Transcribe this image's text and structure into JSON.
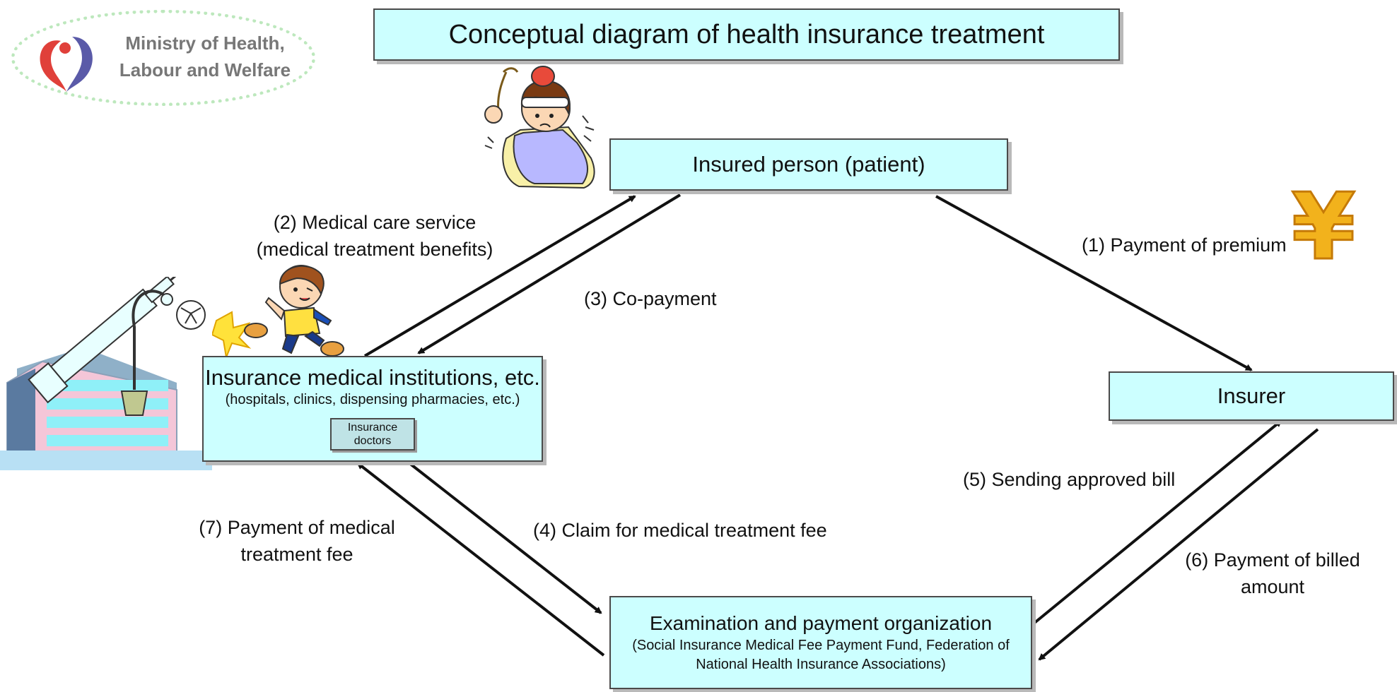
{
  "title": "Conceptual diagram of health insurance treatment",
  "logo": {
    "line1": "Ministry of Health,",
    "line2": "Labour and Welfare"
  },
  "nodes": {
    "patient": {
      "label": "Insured person (patient)"
    },
    "institution": {
      "label": "Insurance medical institutions, etc.",
      "sublabel": "(hospitals, clinics, dispensing pharmacies, etc.)",
      "inner_box": {
        "line1": "Insurance",
        "line2": "doctors"
      }
    },
    "insurer": {
      "label": "Insurer"
    },
    "organization": {
      "label": "Examination and payment organization",
      "sublabel_line1": "(Social Insurance Medical Fee Payment Fund, Federation of",
      "sublabel_line2": "National Health Insurance Associations)"
    }
  },
  "edges": {
    "e1": {
      "label": "(1) Payment of premium",
      "from": "patient",
      "to": "insurer"
    },
    "e2": {
      "line1": "(2) Medical care service",
      "line2": "(medical treatment benefits)",
      "from": "institution",
      "to": "patient"
    },
    "e3": {
      "label": "(3) Co-payment",
      "from": "patient",
      "to": "institution"
    },
    "e4": {
      "label": "(4) Claim for medical treatment fee",
      "from": "institution",
      "to": "organization"
    },
    "e5": {
      "label": "(5) Sending approved bill",
      "from": "organization",
      "to": "insurer"
    },
    "e6": {
      "line1": "(6) Payment of billed",
      "line2": "amount",
      "from": "insurer",
      "to": "organization"
    },
    "e7": {
      "line1": "(7) Payment of medical",
      "line2": "treatment fee",
      "from": "organization",
      "to": "institution"
    }
  },
  "colors": {
    "box_fill": "#ccffff",
    "box_border": "#4a4a4a",
    "arrow": "#111111",
    "logo_text": "#777777"
  },
  "illustrations": [
    "sick-person-illustration",
    "boy-illustration",
    "hospital-illustration",
    "yen-icon",
    "mhlw-logo"
  ]
}
